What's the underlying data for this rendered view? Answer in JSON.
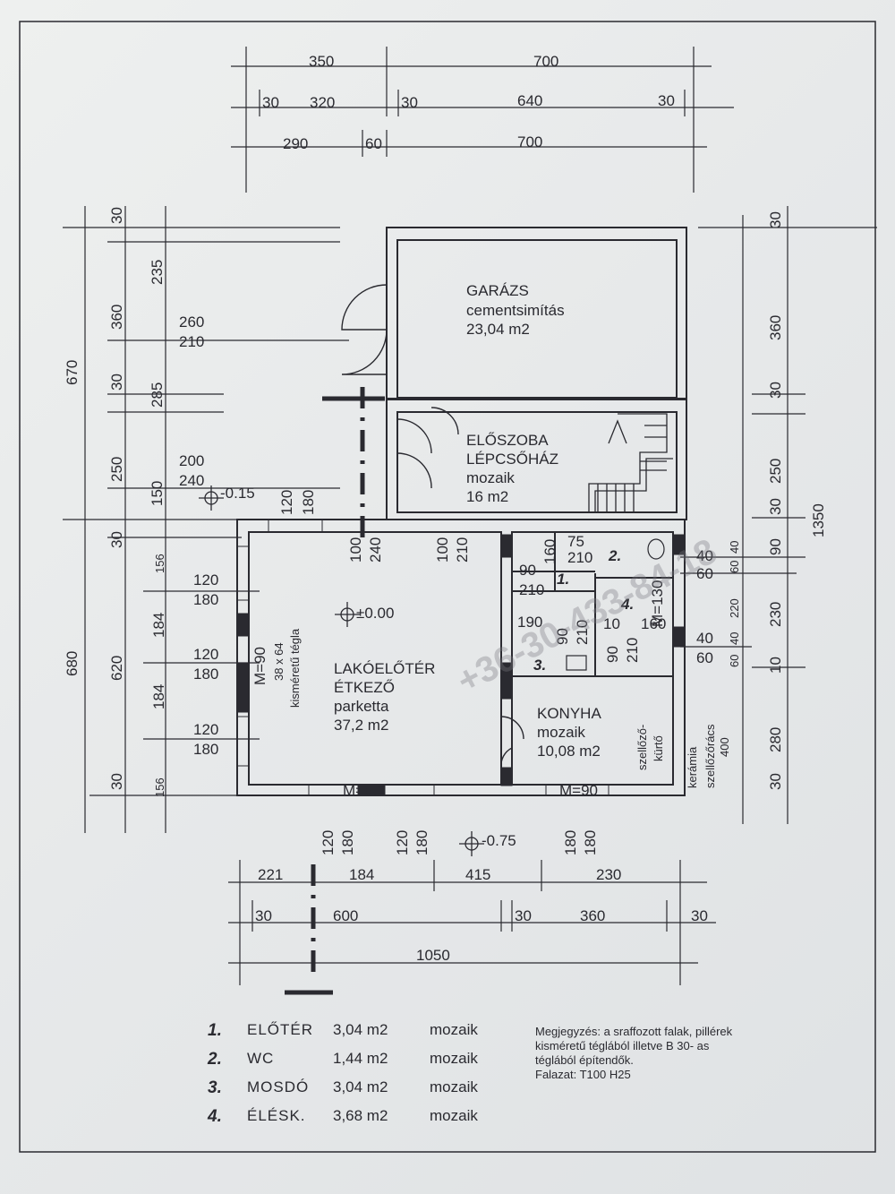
{
  "dims_top": {
    "row1": [
      "350",
      "700"
    ],
    "row2": [
      "30",
      "320",
      "30",
      "640",
      "30"
    ],
    "row3": [
      "290",
      "60",
      "700"
    ]
  },
  "dims_left": {
    "outer_total": "670",
    "outer_total_lower": "680",
    "col1": [
      "30",
      "235",
      "360",
      "30",
      "285",
      "250",
      "150",
      "30",
      "620",
      "30"
    ],
    "col2": [
      "156",
      "184",
      "184",
      "156"
    ]
  },
  "dims_right": {
    "total": "1350",
    "col1": [
      "30",
      "360",
      "30",
      "250",
      "30",
      "90",
      "230",
      "10",
      "280",
      "30"
    ],
    "inner": [
      "40",
      "60",
      "220",
      "40",
      "60",
      "400"
    ],
    "pairs": [
      "40",
      "60",
      "40",
      "60"
    ]
  },
  "dims_bottom": {
    "row1": [
      "221",
      "184",
      "415",
      "230"
    ],
    "row2": [
      "30",
      "600",
      "30",
      "360",
      "30"
    ],
    "total": "1050"
  },
  "openings": {
    "door_top_1": [
      "260",
      "210"
    ],
    "door_top_2": [
      "200",
      "240"
    ],
    "hall_window": [
      "120",
      "180"
    ],
    "win_left_1": [
      "120",
      "180"
    ],
    "win_left_2": [
      "120",
      "180"
    ],
    "win_left_3": [
      "120",
      "180"
    ],
    "door_mid_1": [
      "100",
      "240"
    ],
    "door_mid_2": [
      "100",
      "210"
    ],
    "door_elotar": [
      "90",
      "210"
    ],
    "door_wc": [
      "75",
      "210"
    ],
    "door_mosdo": [
      "190",
      "90",
      "210"
    ],
    "door_elesk": [
      "10",
      "160"
    ],
    "door_kony": [
      "90",
      "210"
    ],
    "win_bottom_1": [
      "120",
      "180"
    ],
    "win_bottom_2": [
      "120",
      "180"
    ],
    "win_bottom_3": [
      "180",
      "180"
    ],
    "m90_left": "M=90",
    "m90_bottom1": "M=90",
    "m90_bottom2": "M=90",
    "m130": "M=130",
    "brick": "38 x 64",
    "brick2": "kisméretű tégla",
    "num_1": "1.",
    "num_2": "2.",
    "num_3": "3.",
    "num_4": "4."
  },
  "levels": {
    "a": "-0.15",
    "b": "±0.00",
    "c": "-0.75"
  },
  "rooms": {
    "garazs": {
      "name": "GARÁZS",
      "material": "cementsimítás",
      "area": "23,04 m2"
    },
    "eloszoba": {
      "name": "ELŐSZOBA",
      "name2": "LÉPCSŐHÁZ",
      "material": "mozaik",
      "area": "16 m2"
    },
    "lakoeloter": {
      "name": "LAKÓELŐTÉR",
      "name2": "ÉTKEZŐ",
      "material": "parketta",
      "area": "37,2 m2"
    },
    "konyha": {
      "name": "KONYHA",
      "material": "mozaik",
      "area": "10,08 m2"
    },
    "szellozo": {
      "l1": "szellőző-",
      "l2": "kürtő"
    },
    "keramia": {
      "l1": "kerámia",
      "l2": "szellőzőrács"
    }
  },
  "watermark": "+36-30-433-84-18",
  "legend": [
    {
      "num": "1.",
      "name": "ELŐTÉR",
      "area": "3,04 m2",
      "material": "mozaik"
    },
    {
      "num": "2.",
      "name": "WC",
      "area": "1,44 m2",
      "material": "mozaik"
    },
    {
      "num": "3.",
      "name": "MOSDÓ",
      "area": "3,04 m2",
      "material": "mozaik"
    },
    {
      "num": "4.",
      "name": "ÉLÉSK.",
      "area": "3,68 m2",
      "material": "mozaik"
    }
  ],
  "note": {
    "line1": "Megjegyzés: a sraffozott falak, pillérek",
    "line2": "kisméretű téglából illetve B 30- as",
    "line3": "téglából építendők.",
    "line4": "Falazat: T100 H25"
  },
  "colors": {
    "ink": "#2a2a30",
    "paper": "#e9ebeb"
  }
}
